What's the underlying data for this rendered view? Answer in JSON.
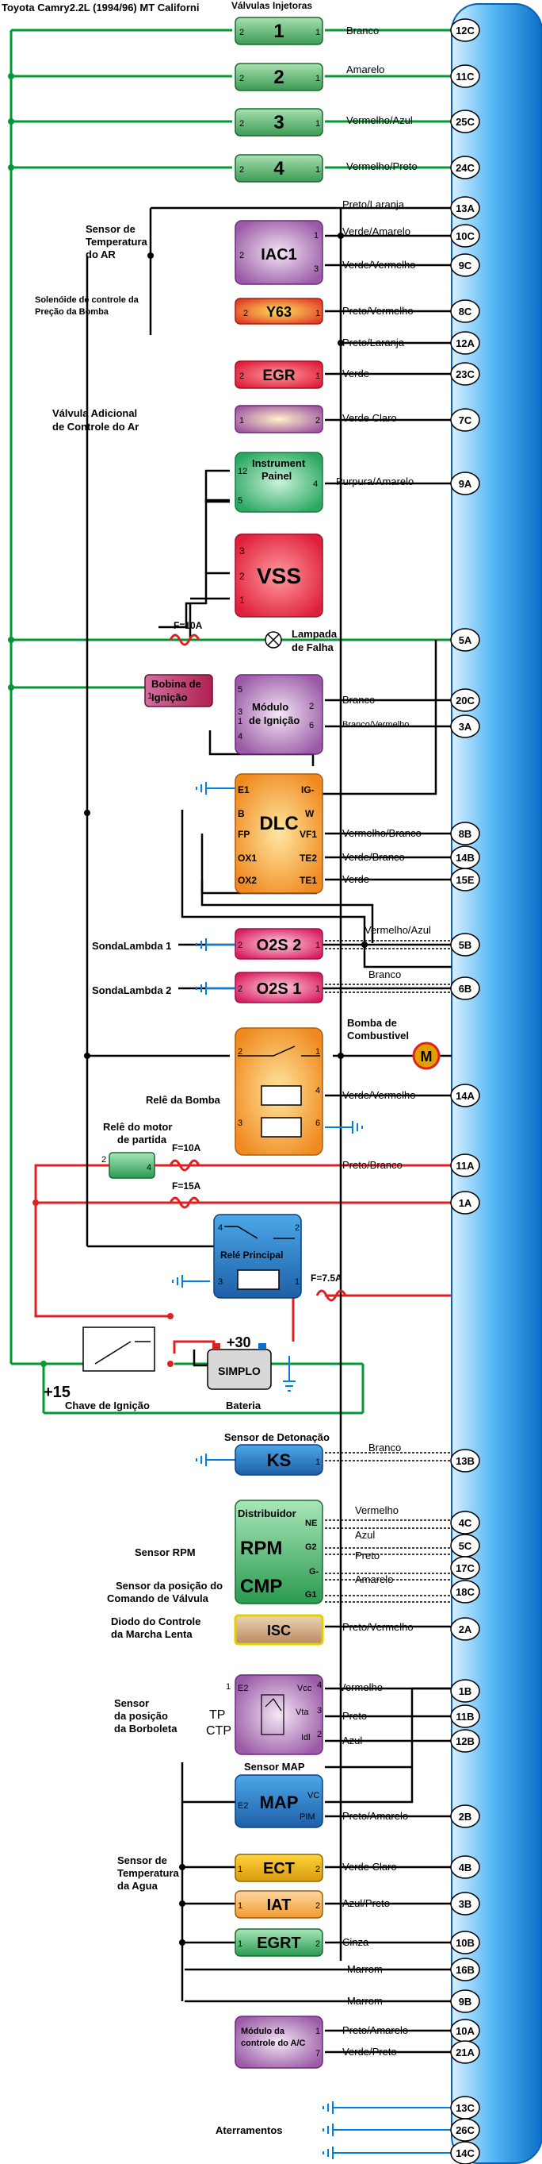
{
  "title": "Toyota Camry2.2L (1994/96) MT Californi",
  "colors": {
    "green": "#009933",
    "black": "#000000",
    "red": "#e02020",
    "blue": "#0080e0",
    "bar_light": "#bfe6ff",
    "bar_dark": "#0a6fc8"
  },
  "headers": {
    "injectors": "Válvulas Injetoras",
    "tps_sensor": "Sensor da posição da Borboleta",
    "map_sensor": "Sensor MAP",
    "knock_sensor": "Sensor de Detonação"
  },
  "injectors": [
    {
      "num": "1",
      "pin_left": "2",
      "pin_right": "1",
      "wire": "Branco",
      "term": "12C"
    },
    {
      "num": "2",
      "pin_left": "2",
      "pin_right": "1",
      "wire": "Amarelo",
      "term": "11C"
    },
    {
      "num": "3",
      "pin_left": "2",
      "pin_right": "1",
      "wire": "Vermelho/Azul",
      "term": "25C"
    },
    {
      "num": "4",
      "pin_left": "2",
      "pin_right": "1",
      "wire": "Vermelho/Preto",
      "term": "24C"
    }
  ],
  "components": {
    "iac": {
      "label": "IAC1",
      "pin_a": "2",
      "pin_b": "1",
      "pin_c": "3"
    },
    "y63": {
      "label": "Y63",
      "pin_a": "2",
      "pin_b": "1"
    },
    "egr": {
      "label": "EGR",
      "pin_a": "2",
      "pin_b": "1"
    },
    "valve": {
      "pin_a": "1",
      "pin_b": "2"
    },
    "panel": {
      "label": "Instrument Painel",
      "pin_a": "12",
      "pin_b": "5",
      "pin_c": "4"
    },
    "vss": {
      "label": "VSS",
      "pin_a": "3",
      "pin_b": "2",
      "pin_c": "1"
    },
    "coil": {
      "label": "Bobina de Ignição",
      "pin": "1"
    },
    "ignmod": {
      "label": "Módulo de Ignição",
      "pins": [
        "5",
        "3",
        "1",
        "4",
        "2",
        "6"
      ]
    },
    "dlc": {
      "label": "DLC",
      "left": [
        "E1",
        "B",
        "FP",
        "OX1",
        "OX2"
      ],
      "right": [
        "IG-",
        "W",
        "VF1",
        "TE2",
        "TE1"
      ]
    },
    "o2s2": {
      "label": "O2S 2",
      "pin_a": "2",
      "pin_b": "1"
    },
    "o2s1": {
      "label": "O2S 1",
      "pin_a": "2",
      "pin_b": "1"
    },
    "relay_pump": {
      "pins": [
        "2",
        "1",
        "4",
        "3",
        "6"
      ]
    },
    "relay_starter": {
      "pins": [
        "2",
        "4"
      ]
    },
    "relay_main": {
      "label": "Relé Principal",
      "pins": [
        "4",
        "2",
        "3",
        "1"
      ]
    },
    "ignition_switch": {
      "label": "Chave de Ignição",
      "plus15": "+15",
      "plus30": "+30"
    },
    "battery": {
      "label": "SIMPLO",
      "caption": "Bateria"
    },
    "ks": {
      "label": "KS",
      "pin": "1"
    },
    "distributor": {
      "title": "Distribuidor",
      "rpm": "RPM",
      "cmp": "CMP",
      "pins": [
        "NE",
        "G2",
        "G-",
        "G1"
      ]
    },
    "isc": {
      "label": "ISC"
    },
    "tps": {
      "tp": "TP",
      "ctp": "CTP",
      "pins": [
        "1",
        "E2",
        "Vcc",
        "4",
        "Vta",
        "3",
        "Idl",
        "2"
      ]
    },
    "map": {
      "label": "MAP",
      "e2": "E2",
      "vc": "VC",
      "pim": "PIM"
    },
    "ect": {
      "label": "ECT",
      "pin_a": "1",
      "pin_b": "2"
    },
    "iat": {
      "label": "IAT",
      "pin_a": "1",
      "pin_b": "2"
    },
    "egrt": {
      "label": "EGRT",
      "pin_a": "1",
      "pin_b": "2"
    },
    "ac": {
      "label": "Módulo da controle do A/C",
      "pin_a": "1",
      "pin_b": "7"
    }
  },
  "labels": {
    "temp_ar": "Sensor de Temperatura do AR",
    "solenoid": "Solenóide de controle da Preção da Bomba",
    "valve_extra": "Válvula Adicional de Controle do Ar",
    "lamp": "Lampada de Falha",
    "fuse_10a": "F=10A",
    "fuse_10a_b": "F=10A",
    "fuse_15a": "F=15A",
    "fuse_75a": "F=7.5A",
    "sonda1": "SondaLambda 1",
    "sonda2": "SondaLambda 2",
    "pump": "Bomba de Combustivel",
    "pump_relay": "Relê da Bomba",
    "starter_relay": "Relê do motor de partida",
    "rpm_sensor": "Sensor RPM",
    "cam_sensor": "Sensor da posição do Comando de Válvula",
    "idle_diode": "Diodo do Controle da Marcha Lenta",
    "water_temp": "Sensor de Temperatura da Agua",
    "grounds": "Aterramentos"
  },
  "wires": [
    {
      "label": "Preto/Laranja",
      "term": "13A"
    },
    {
      "label": "Verde/Amarelo",
      "term": "10C"
    },
    {
      "label": "Verde/Vermelho",
      "term": "9C"
    },
    {
      "label": "Preto/Vermelho",
      "term": "8C"
    },
    {
      "label": "Preto/Laranja",
      "term": "12A"
    },
    {
      "label": "Verde",
      "term": "23C"
    },
    {
      "label": "Verde Claro",
      "term": "7C"
    },
    {
      "label": "Purpura/Amarelo",
      "term": "9A"
    },
    {
      "label": "",
      "term": "5A"
    },
    {
      "label": "Branco",
      "term": "20C"
    },
    {
      "label": "Branco/Vermelho",
      "term": "3A"
    },
    {
      "label": "Vermelho/Branco",
      "term": "8B"
    },
    {
      "label": "Verde/Branco",
      "term": "14B"
    },
    {
      "label": "Verde",
      "term": "15E"
    },
    {
      "label": "Vermelho/Azul",
      "term": "5B"
    },
    {
      "label": "Branco",
      "term": "6B"
    },
    {
      "label": "Verde/Vermelho",
      "term": "14A"
    },
    {
      "label": "Preto/Branco",
      "term": "11A"
    },
    {
      "label": "",
      "term": "1A"
    },
    {
      "label": "Branco",
      "term": "13B"
    },
    {
      "label": "Vermelho",
      "term": "4C"
    },
    {
      "label": "Azul",
      "term": "5C"
    },
    {
      "label": "Preto",
      "term": "17C"
    },
    {
      "label": "Amarelo",
      "term": "18C"
    },
    {
      "label": "Preto/Vermelho",
      "term": "2A"
    },
    {
      "label": "Vermelho",
      "term": "1B"
    },
    {
      "label": "Preto",
      "term": "11B"
    },
    {
      "label": "Azul",
      "term": "12B"
    },
    {
      "label": "Preto/Amarelo",
      "term": "2B"
    },
    {
      "label": "Verde Claro",
      "term": "4B"
    },
    {
      "label": "Azul/Preto",
      "term": "3B"
    },
    {
      "label": "Cinza",
      "term": "10B"
    },
    {
      "label": "Marrom",
      "term": "16B"
    },
    {
      "label": "Marrom",
      "term": "9B"
    },
    {
      "label": "Preto/Amarelo",
      "term": "10A"
    },
    {
      "label": "Verde/Preto",
      "term": "21A"
    },
    {
      "label": "",
      "term": "13C"
    },
    {
      "label": "",
      "term": "26C"
    },
    {
      "label": "",
      "term": "14C"
    }
  ]
}
